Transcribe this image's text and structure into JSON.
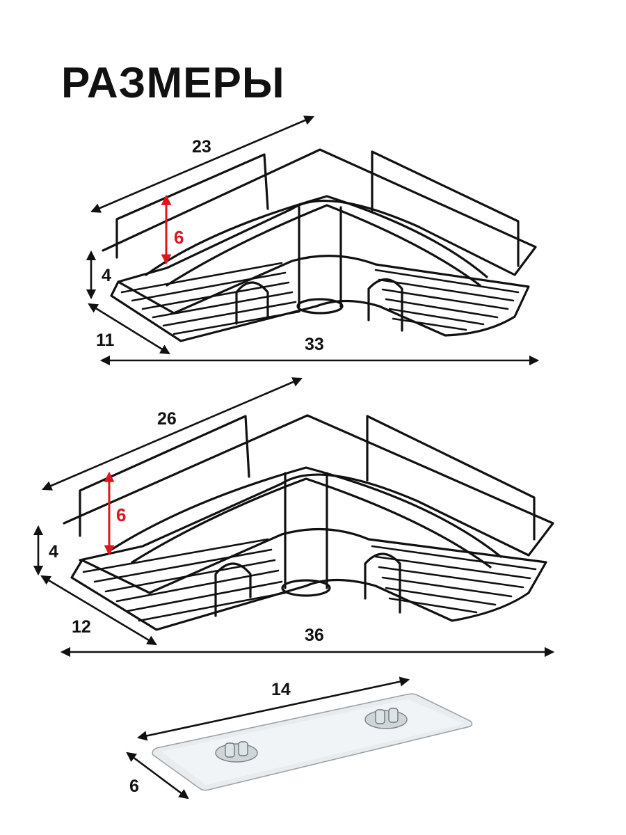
{
  "title": "РАЗМЕРЫ",
  "shelf_small": {
    "width_label": "23",
    "inner_height_label": "6",
    "outer_height_label": "4",
    "depth_label": "11",
    "length_label": "33"
  },
  "shelf_large": {
    "width_label": "26",
    "inner_height_label": "6",
    "outer_height_label": "4",
    "depth_label": "12",
    "length_label": "36"
  },
  "mount_plate": {
    "length_label": "14",
    "depth_label": "6"
  },
  "colors": {
    "line": "#111111",
    "accent": "#e0141c",
    "plate": "#e8ecee"
  }
}
